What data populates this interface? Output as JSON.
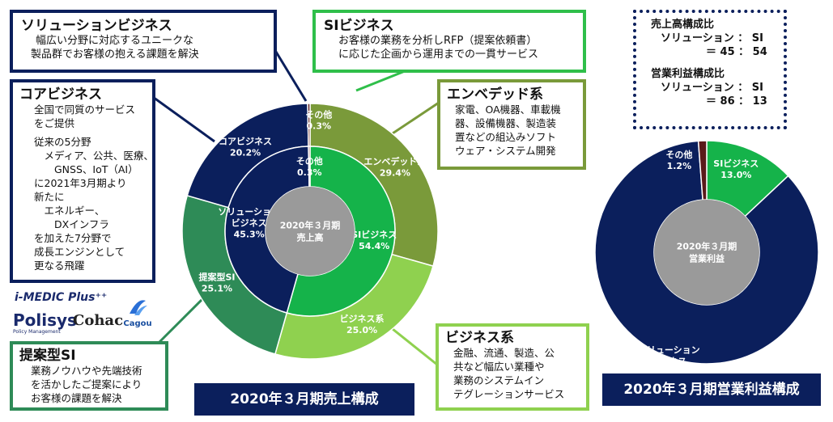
{
  "solution_box": {
    "title": "ソリューションビジネス",
    "lines": [
      "幅広い分野に対応するユニークな",
      "製品群でお客様の抱える課題を解決"
    ]
  },
  "si_box": {
    "title": "SIビジネス",
    "lines": [
      "お客様の業務を分析しRFP（提案依頼書）",
      "に応じた企画から運用までの一貫サービス"
    ]
  },
  "ratio_box": {
    "sales_label": "売上高構成比",
    "sales_line1": "ソリューション ： SI",
    "sales_line2": "＝ 45 ： 54",
    "profit_label": "営業利益構成比",
    "profit_line1": "ソリューション ： SI",
    "profit_line2": "＝ 86 ： 13"
  },
  "core_box": {
    "title": "コアビジネス",
    "lines": [
      "全国で同質のサービス",
      "をご提供",
      "従来の5分野",
      "　メディア、公共、医療、",
      "　　GNSS、IoT（AI）",
      "に2021年3月期より",
      "新たに",
      "　エネルギー、",
      "　　DXインフラ",
      "を加えた7分野で",
      "成長エンジンとして",
      "更なる飛躍"
    ]
  },
  "embedded_box": {
    "title": "エンベデッド系",
    "lines": [
      "家電、OA機器、車載機",
      "器、設備機器、製造装",
      "置などの組込みソフト",
      "ウェア・システム開発"
    ]
  },
  "proposal_box": {
    "title": "提案型SI",
    "lines": [
      "業務ノウハウや先端技術",
      "を活かしたご提案により",
      "お客様の課題を解決"
    ]
  },
  "business_box": {
    "title": "ビジネス系",
    "lines": [
      "金融、流通、製造、公",
      "共など幅広い業種や",
      "業務のシステムイン",
      "テグレーションサービス"
    ]
  },
  "logos": {
    "imedic": "i-MEDIC Plus⁺⁺",
    "polisys": "Polisys",
    "polisys_sub": "Policy Management",
    "cohac": "Cohac",
    "cagou": "Cagou"
  },
  "banners": {
    "sales": "2020年３月期売上構成",
    "profit": "2020年３月期営業利益構成"
  },
  "chart_data": [
    {
      "type": "pie",
      "center_label": [
        "2020年３月期",
        "売上高"
      ],
      "inner": {
        "slices": [
          {
            "label": "SIビジネス",
            "value": 54.4,
            "display": "54.4%",
            "color": "#15b34a"
          },
          {
            "label": "ソリューション\nビジネス",
            "value": 45.3,
            "display": "45.3%",
            "color": "#0b1f5c"
          },
          {
            "label": "その他",
            "value": 0.3,
            "display": "0.3%",
            "color": "#5a1a1a"
          }
        ]
      },
      "outer": {
        "slices": [
          {
            "label": "エンベデッド系",
            "value": 29.4,
            "display": "29.4%",
            "color": "#7a9a3a"
          },
          {
            "label": "ビジネス系",
            "value": 25.0,
            "display": "25.0%",
            "color": "#8fd14f"
          },
          {
            "label": "提案型SI",
            "value": 25.1,
            "display": "25.1%",
            "color": "#2e8b57"
          },
          {
            "label": "コアビジネス",
            "value": 20.2,
            "display": "20.2%",
            "color": "#0b1f5c"
          },
          {
            "label": "その他",
            "value": 0.3,
            "display": "0.3%",
            "color": "#5a1a1a"
          }
        ]
      }
    },
    {
      "type": "pie",
      "center_label": [
        "2020年３月期",
        "営業利益"
      ],
      "slices": [
        {
          "label": "SIビジネス",
          "value": 13.0,
          "display": "13.0%",
          "color": "#15b34a"
        },
        {
          "label": "ソリューション\nビジネス",
          "value": 85.8,
          "display": "85.8%",
          "color": "#0b1f5c"
        },
        {
          "label": "その他",
          "value": 1.2,
          "display": "1.2%",
          "color": "#5a1a1a"
        }
      ]
    }
  ]
}
